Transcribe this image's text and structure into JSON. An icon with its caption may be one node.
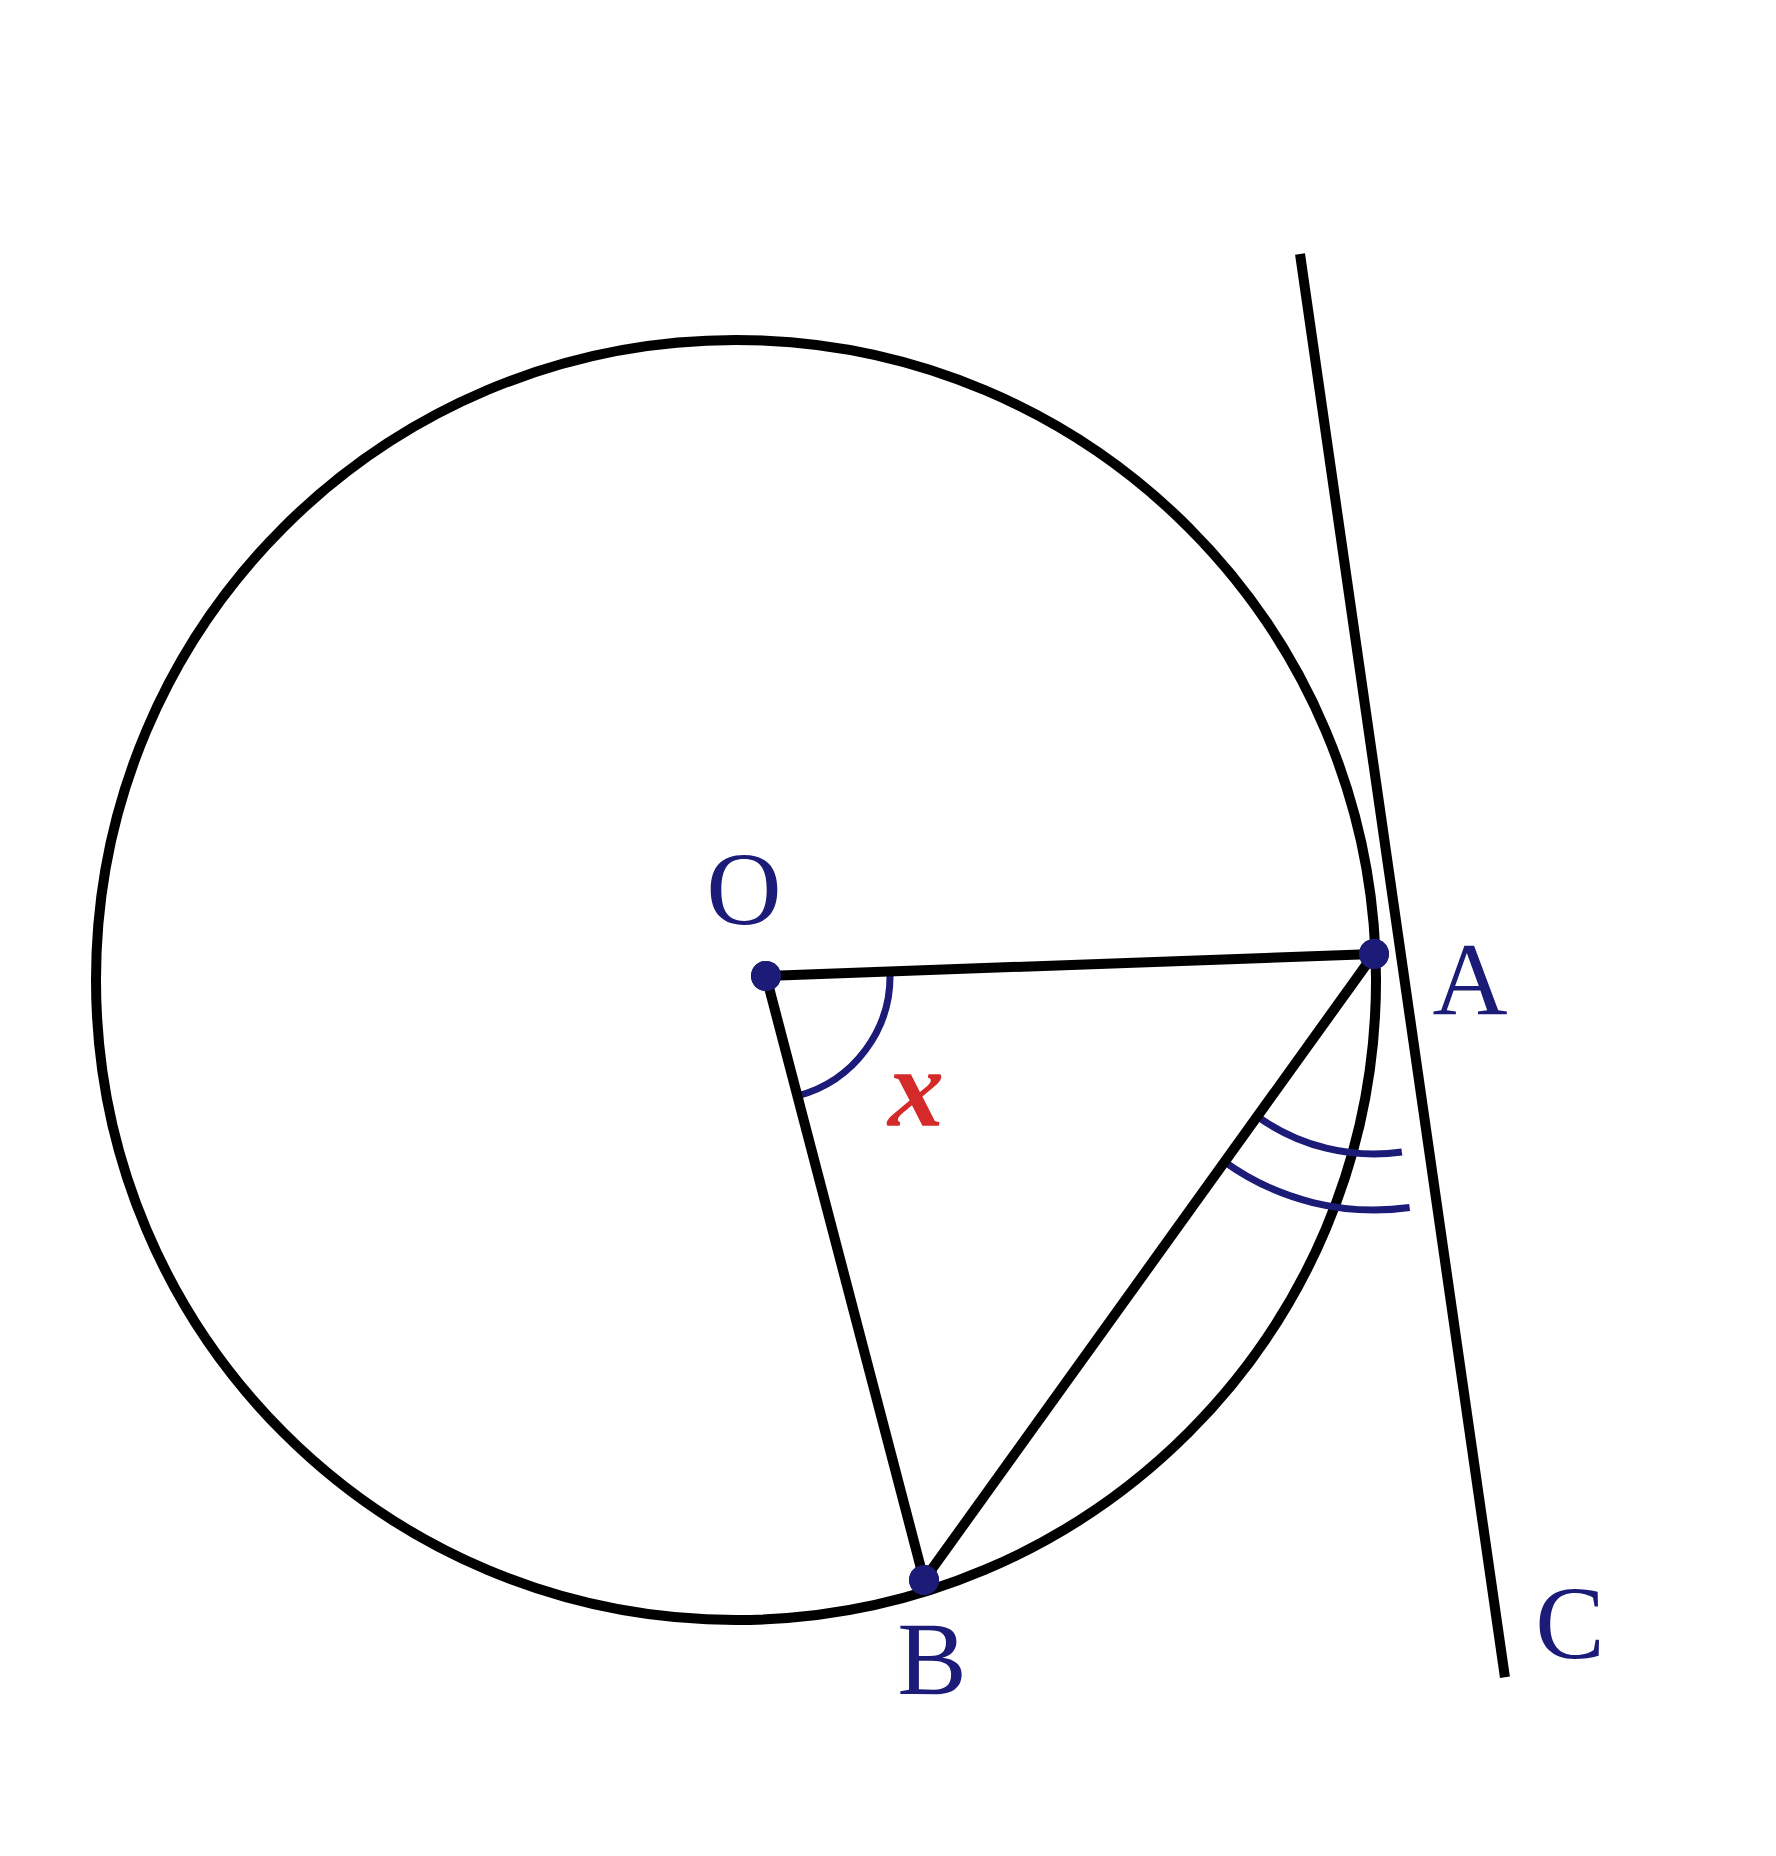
{
  "diagram": {
    "nodes": [
      {
        "text": [
          "O"
        ]
      },
      {
        "text": [
          "A"
        ]
      },
      {
        "text": [
          "B"
        ]
      },
      {
        "text": [
          "C"
        ]
      }
    ],
    "edges": [
      {
        "from": 0,
        "to": 1,
        "arrow": "none"
      },
      {
        "from": 0,
        "to": 2,
        "arrow": "none"
      },
      {
        "from": 1,
        "to": 2,
        "arrow": "none"
      },
      {
        "from": null,
        "to": 3,
        "arrow": "none"
      }
    ],
    "labels": [
      "x"
    ]
  }
}
